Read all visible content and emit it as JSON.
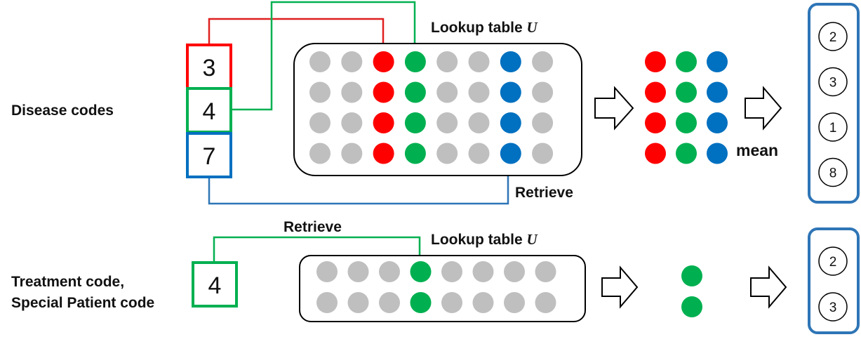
{
  "colors": {
    "red": "#ff0000",
    "green": "#00b050",
    "blue": "#0070c0",
    "gray": "#bfbfbf",
    "line_red": "#e02020",
    "line_green": "#00b050",
    "line_blue": "#2e75b6",
    "output_border": "#2e75b6"
  },
  "top": {
    "label": "Disease codes",
    "codes": [
      "3",
      "4",
      "7"
    ],
    "lookup_title": "Lookup table",
    "lookup_symbol": "U",
    "retrieve_label": "Retrieve",
    "mean_label": "mean",
    "outputs": [
      "2",
      "3",
      "1",
      "8"
    ]
  },
  "bottom": {
    "label_line1": "Treatment code,",
    "label_line2": "Special Patient code",
    "code": "4",
    "retrieve_label": "Retrieve",
    "lookup_title": "Lookup table",
    "lookup_symbol": "U",
    "outputs": [
      "2",
      "3"
    ]
  }
}
